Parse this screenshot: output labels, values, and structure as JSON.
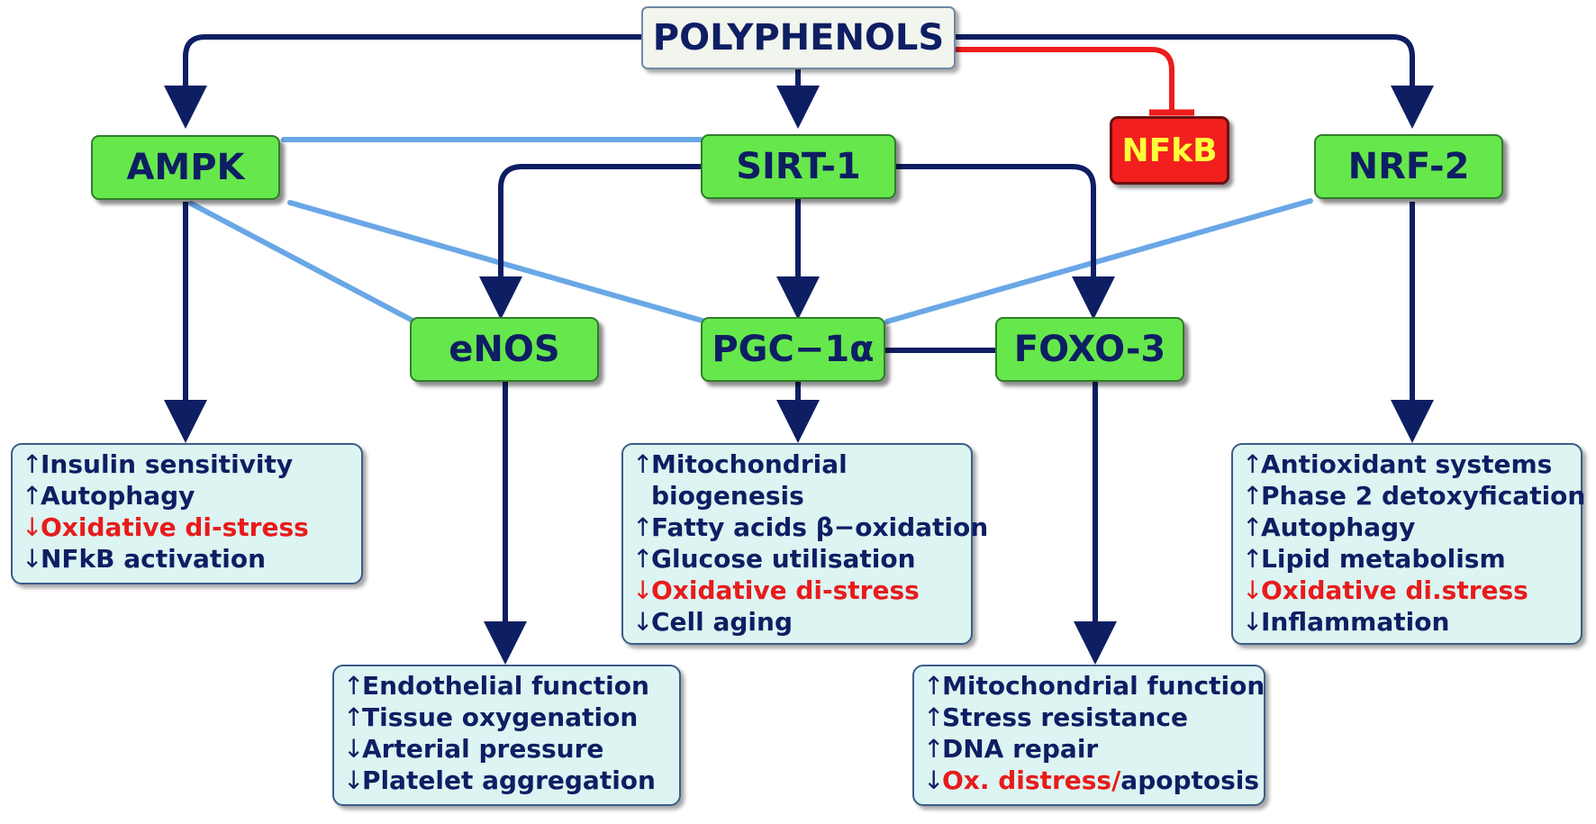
{
  "nodes": {
    "polyphenols": "POLYPHENOLS",
    "ampk": "AMPK",
    "sirt1": "SIRT-1",
    "nfkb": "NFkB",
    "nrf2": "NRF-2",
    "enos": "eNOS",
    "pgc1a": "PGC−1α",
    "foxo3": "FOXO-3"
  },
  "effect_boxes": {
    "ampk": [
      {
        "arrow": "↑",
        "text": "Insulin sensitivity",
        "negative": false
      },
      {
        "arrow": "↑",
        "text": "Autophagy",
        "negative": false
      },
      {
        "arrow": "↓",
        "text": "Oxidative di-stress",
        "negative": true
      },
      {
        "arrow": "↓",
        "text": "NFkB activation",
        "negative": false
      }
    ],
    "enos": [
      {
        "arrow": "↑",
        "text": "Endothelial function",
        "negative": false
      },
      {
        "arrow": "↑",
        "text": "Tissue oxygenation",
        "negative": false
      },
      {
        "arrow": "↓",
        "text": "Arterial pressure",
        "negative": false
      },
      {
        "arrow": "↓",
        "text": "Platelet aggregation",
        "negative": false
      }
    ],
    "pgc1a": [
      {
        "arrow": "↑",
        "text": "Mitochondrial biogenesis",
        "negative": false
      },
      {
        "arrow": "↑",
        "text": "Fatty acids β−oxidation",
        "negative": false
      },
      {
        "arrow": "↑",
        "text": "Glucose utilisation",
        "negative": false
      },
      {
        "arrow": "↓",
        "text": "Oxidative di-stress",
        "negative": true
      },
      {
        "arrow": "↓",
        "text": "Cell aging",
        "negative": false
      }
    ],
    "foxo3": [
      {
        "arrow": "↑",
        "text": "Mitochondrial function",
        "negative": false
      },
      {
        "arrow": "↑",
        "text": "Stress resistance",
        "negative": false
      },
      {
        "arrow": "↑",
        "text": "DNA repair",
        "negative": false
      },
      {
        "arrow": "↓",
        "text_negative": "Ox. distress/",
        "text": "apoptosis",
        "negative": false
      }
    ],
    "nrf2": [
      {
        "arrow": "↑",
        "text": "Antioxidant systems",
        "negative": false
      },
      {
        "arrow": "↑",
        "text": "Phase 2 detoxyfication",
        "negative": false
      },
      {
        "arrow": "↑",
        "text": "Autophagy",
        "negative": false
      },
      {
        "arrow": "↑",
        "text": "Lipid metabolism",
        "negative": false
      },
      {
        "arrow": "↓",
        "text": "Oxidative di.stress",
        "negative": true
      },
      {
        "arrow": "↓",
        "text": "Inflammation",
        "negative": false
      }
    ]
  },
  "colors": {
    "activation_arrow": "#0e1e63",
    "inhibition_line": "#ee1c1c",
    "association_line": "#6aa7e6",
    "node_fill": "#66e84c",
    "effect_box_fill": "#dcf4f2"
  }
}
